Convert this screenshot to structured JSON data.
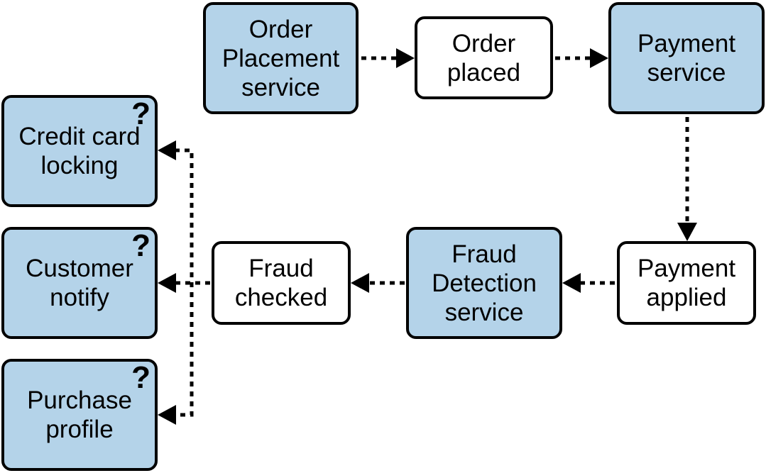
{
  "nodes": {
    "order_placement_service": "Order\nPlacement\nservice",
    "order_placed": "Order\nplaced",
    "payment_service": "Payment\nservice",
    "payment_applied": "Payment\napplied",
    "fraud_detection_service": "Fraud\nDetection\nservice",
    "fraud_checked": "Fraud\nchecked",
    "credit_card_locking": "Credit card\nlocking",
    "customer_notify": "Customer\nnotify",
    "purchase_profile": "Purchase\nprofile"
  },
  "unknown_marker": "?",
  "colors": {
    "service_fill": "#b4d3e9",
    "event_fill": "#ffffff",
    "stroke": "#000000"
  }
}
